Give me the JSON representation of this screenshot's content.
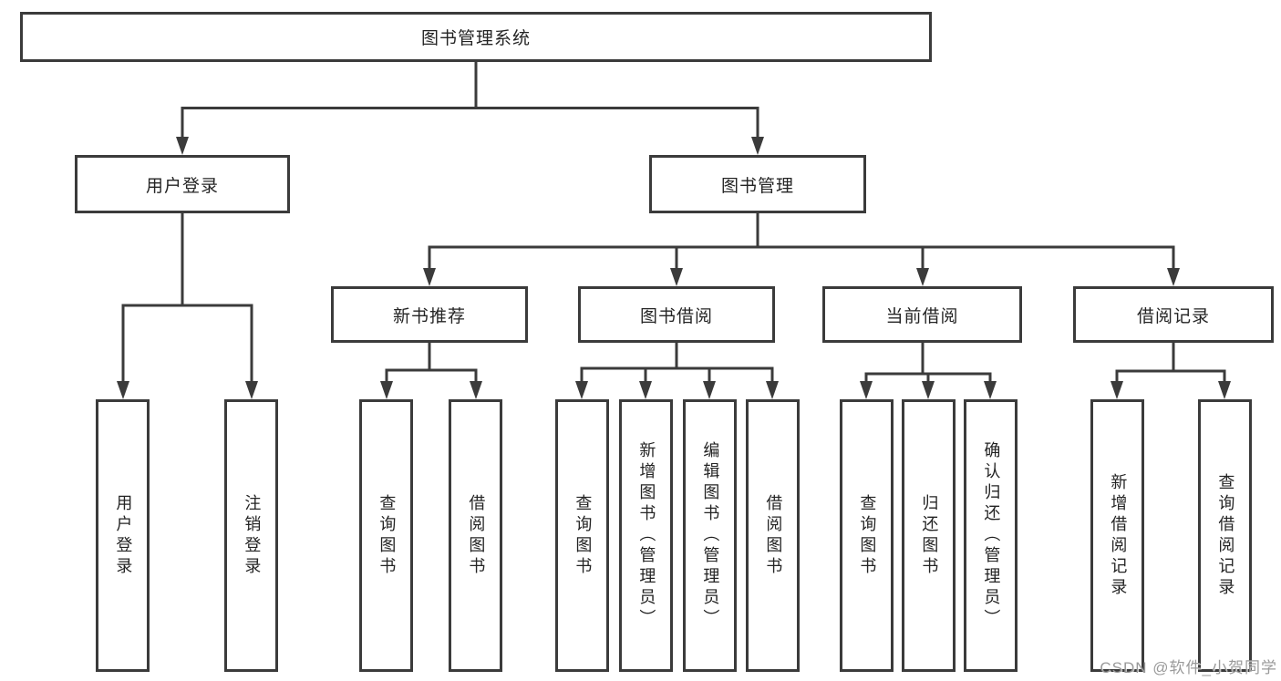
{
  "diagram_type": "feature-tree",
  "colors": {
    "line": "#3b3b3b",
    "box_border": "#3b3b3b",
    "box_fill": "#ffffff",
    "text": "#242424",
    "watermark": "#9a9a9a",
    "background": "#ffffff"
  },
  "watermark": "CSDN @软件_小贺同学",
  "tree": {
    "label": "图书管理系统",
    "children": [
      {
        "label": "用户登录",
        "children": [
          {
            "label": "用户登录"
          },
          {
            "label": "注销登录"
          }
        ]
      },
      {
        "label": "图书管理",
        "children": [
          {
            "label": "新书推荐",
            "children": [
              {
                "label": "查询图书"
              },
              {
                "label": "借阅图书"
              }
            ]
          },
          {
            "label": "图书借阅",
            "children": [
              {
                "label": "查询图书"
              },
              {
                "label": "新增图书（管理员）"
              },
              {
                "label": "编辑图书（管理员）"
              },
              {
                "label": "借阅图书"
              }
            ]
          },
          {
            "label": "当前借阅",
            "children": [
              {
                "label": "查询图书"
              },
              {
                "label": "归还图书"
              },
              {
                "label": "确认归还（管理员）"
              }
            ]
          },
          {
            "label": "借阅记录",
            "children": [
              {
                "label": "新增借阅记录"
              },
              {
                "label": "查询借阅记录"
              }
            ]
          }
        ]
      }
    ]
  }
}
